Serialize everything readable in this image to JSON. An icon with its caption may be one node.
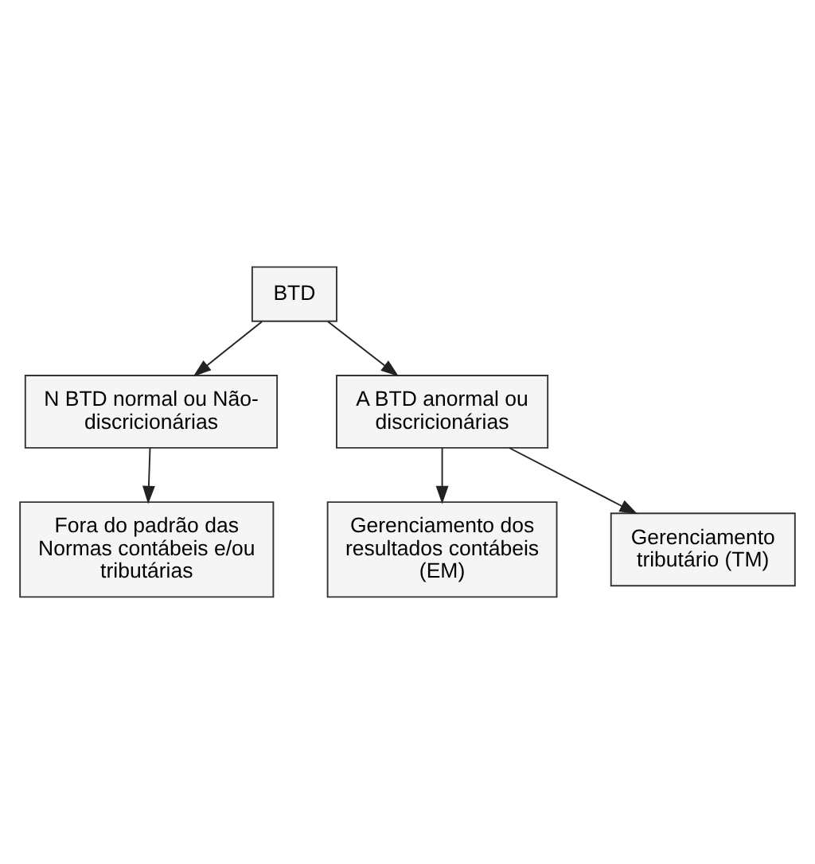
{
  "diagram": {
    "nodes": [
      {
        "text": [
          "BTD"
        ]
      },
      {
        "text": [
          "N BTD normal ou Não-discricionárias"
        ]
      },
      {
        "text": [
          "Fora do padrão das Normas contábeis e/ou tributárias"
        ]
      },
      {
        "text": [
          "A BTD anormal ou discricionárias"
        ]
      },
      {
        "text": [
          "Gerenciamento dos resultados contábeis (EM)"
        ]
      },
      {
        "text": [
          "Gerenciamento tributário (TM)"
        ]
      }
    ],
    "edges": [
      {
        "from": 0,
        "to": 1,
        "arrow": "to"
      },
      {
        "from": 1,
        "to": 2,
        "arrow": "to"
      },
      {
        "from": 0,
        "to": 3,
        "arrow": "to"
      },
      {
        "from": 3,
        "to": 4,
        "arrow": "to"
      },
      {
        "from": 3,
        "to": 5,
        "arrow": "to"
      }
    ]
  }
}
